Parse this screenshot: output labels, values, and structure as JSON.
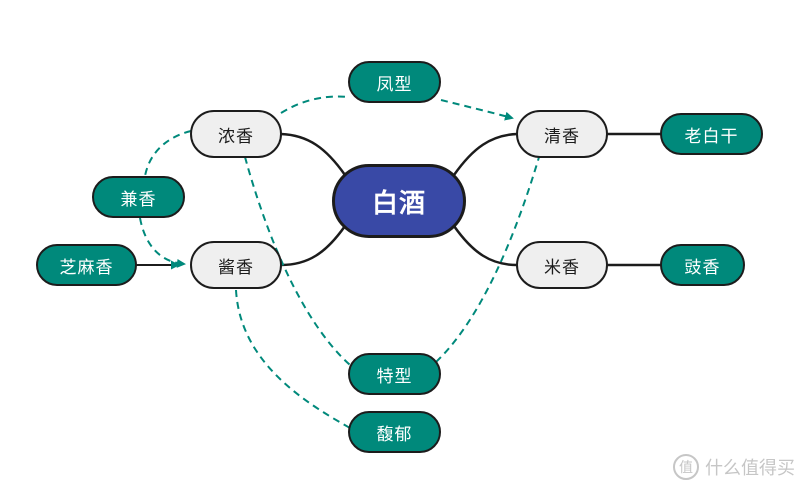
{
  "colors": {
    "center_fill": "#3949a6",
    "main_fill": "#efefef",
    "sub_fill": "#00897b",
    "outline": "#1c1c1c",
    "dashed_link": "#00897b",
    "watermark": "#c6c6c6"
  },
  "center": {
    "label": "白酒"
  },
  "main_branches": {
    "nong": "浓香",
    "jiang": "酱香",
    "qing": "清香",
    "mi": "米香"
  },
  "sub_nodes": {
    "feng": "凤型",
    "jian": "兼香",
    "zhima": "芝麻香",
    "te": "特型",
    "fuyu": "馥郁",
    "laobai": "老白干",
    "chi": "豉香"
  },
  "watermark": {
    "logo_glyph": "值",
    "text": "什么值得买"
  }
}
